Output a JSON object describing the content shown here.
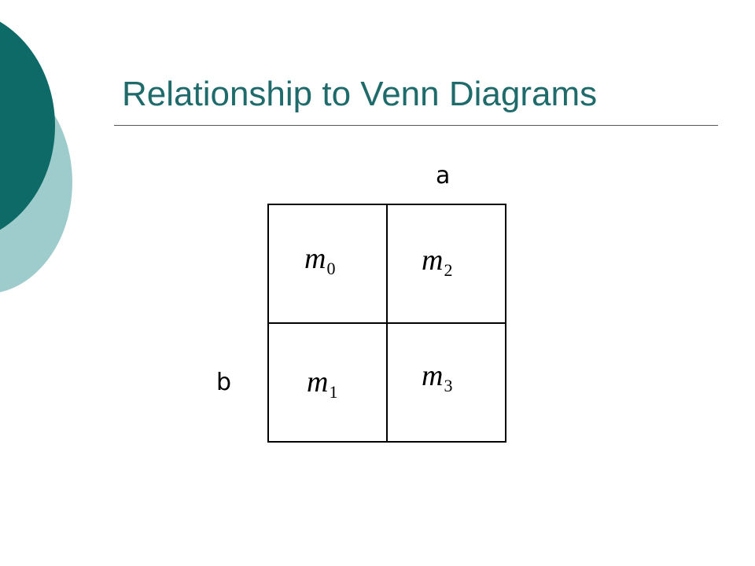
{
  "slide": {
    "title": "Relationship to Venn Diagrams"
  },
  "colors": {
    "title": "#1f6b6b",
    "decor_dark": "#0e6a66",
    "decor_light": "#9ecccc",
    "rule": "#555555",
    "grid": "#000000"
  },
  "diagram": {
    "var_a": "a",
    "var_b": "b",
    "cells": {
      "top_left": {
        "symbol": "m",
        "index": "0"
      },
      "top_right": {
        "symbol": "m",
        "index": "2"
      },
      "bottom_left": {
        "symbol": "m",
        "index": "1"
      },
      "bottom_right": {
        "symbol": "m",
        "index": "3"
      }
    }
  }
}
